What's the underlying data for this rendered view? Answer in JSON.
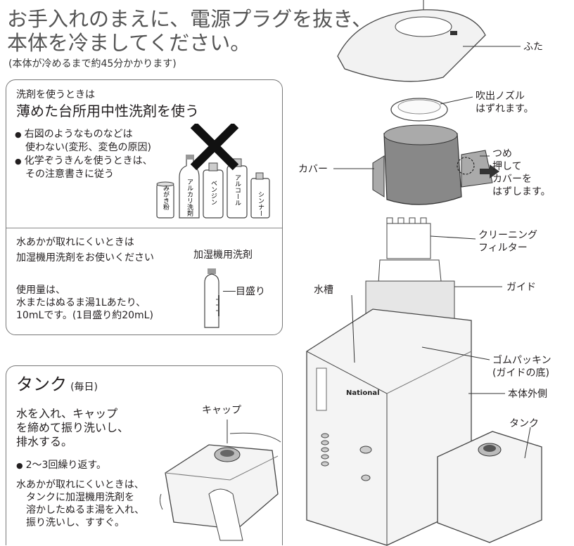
{
  "header": {
    "title_line1": "お手入れのまえに、電源プラグを抜き、",
    "title_line2": "本体を冷ましてください。",
    "note": "(本体が冷めるまで約45分かかります)"
  },
  "detergent_box": {
    "heading_small": "洗剤を使うときは",
    "heading_large": "薄めた台所用中性洗剤を使う",
    "bullet1_line1": "右図のようなものなどは",
    "bullet1_line2": "使わない(変形、変色の原因)",
    "bullet2_line1": "化学ぞうきんを使うときは、",
    "bullet2_line2": "その注意書きに従う",
    "bottle_labels": [
      "みがき粉",
      "アルカリ洗剤",
      "ベンジン",
      "アルコール",
      "シンナー"
    ],
    "hard_water_line1": "水あかが取れにくいときは",
    "hard_water_line2": "加湿機用洗剤をお使いください",
    "humidifier_detergent_label": "加湿機用洗剤",
    "usage_line1": "使用量は、",
    "usage_line2": "水またはぬるま湯1Lあたり、",
    "usage_line3": "10mLです。(1目盛り約20mL)",
    "scale_label": "目盛り"
  },
  "tank_box": {
    "title": "タンク",
    "frequency": "(毎日)",
    "instr_line1": "水を入れ、キャップ",
    "instr_line2": "を締めて振り洗いし、",
    "instr_line3": "排水する。",
    "repeat": "2〜3回繰り返す。",
    "tip_line1": "水あかが取れにくいときは、",
    "tip_line2": "タンクに加湿機用洗剤を",
    "tip_line3": "溶かしたぬるま湯を入れ、",
    "tip_line4": "振り洗いし、すすぐ。",
    "cap_label": "キャップ"
  },
  "diagram": {
    "lid": "ふた",
    "nozzle_line1": "吹出ノズル",
    "nozzle_line2": "はずれます。",
    "cover": "カバー",
    "claw_line1": "つめ",
    "claw_line2": "押して",
    "claw_line3": "カバーを",
    "claw_line4": "はずします。",
    "filter_line1": "クリーニング",
    "filter_line2": "フィルター",
    "guide": "ガイド",
    "water_tank": "水槽",
    "packing_line1": "ゴムパッキン",
    "packing_line2": "(ガイドの底)",
    "body_outside": "本体外側",
    "tank": "タンク",
    "brand": "National"
  }
}
